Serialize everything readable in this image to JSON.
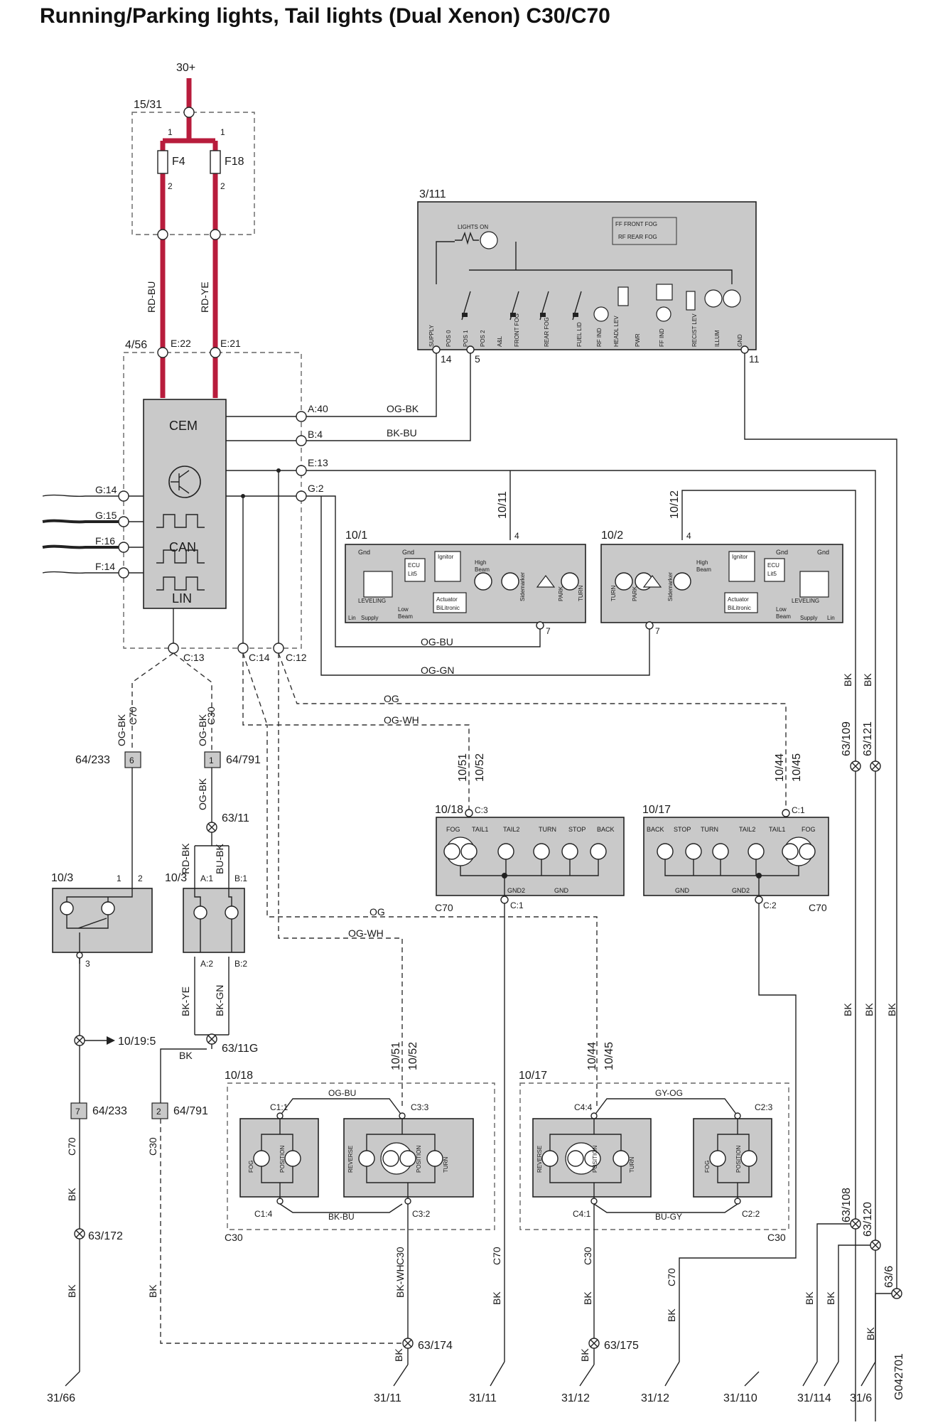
{
  "title": "Running/Parking lights, Tail lights (Dual Xenon) C30/C70",
  "diagram_id": "G042701",
  "colors": {
    "supply_wire": "#b81c3c",
    "component_fill": "#c9c9c9",
    "wire": "#222222"
  },
  "supply": {
    "label": "30+",
    "fuse_box": "15/31",
    "fuses": [
      "F4",
      "F18"
    ],
    "pin_in": "1",
    "pin_out": "2"
  },
  "cem": {
    "id": "4/56",
    "label": "CEM",
    "can": "CAN",
    "lin": "LIN",
    "connectors": {
      "e22": "E:22",
      "e21": "E:21",
      "a40": "A:40",
      "b4": "B:4",
      "e13": "E:13",
      "g2": "G:2",
      "g14": "G:14",
      "g15": "G:15",
      "f16": "F:16",
      "f14": "F:14",
      "c13": "C:13",
      "c14": "C:14",
      "c12": "C:12"
    }
  },
  "switch_module": {
    "id": "3/111",
    "lights_on": "LIGHTS ON",
    "front_fog": "FF    FRONT FOG",
    "rear_fog": "RF    REAR FOG",
    "pins": [
      "SUPPLY",
      "POS 0",
      "POS 1",
      "POS 2",
      "A&L",
      "FRONT FOG",
      "REAR FOG",
      "FUEL LID",
      "RF IND",
      "HEADL LEV",
      "PWR",
      "FF IND",
      "RECIST LEV",
      "ILLUM",
      "GND"
    ],
    "pin_numbers": {
      "p14": "14",
      "p5": "5",
      "p11": "11"
    }
  },
  "wires": {
    "og_bk": "OG-BK",
    "bk_bu": "BK-BU",
    "og_bu": "OG-BU",
    "og_gn": "OG-GN",
    "og": "OG",
    "og_wh": "OG-WH",
    "rd_bu": "RD-BU",
    "rd_ye": "RD-YE",
    "rd_bk": "RD-BK",
    "bu_bk": "BU-BK",
    "bk_ye": "BK-YE",
    "bk_gn": "BK-GN",
    "bk": "BK",
    "gy_og": "GY-OG",
    "bu_gy": "BU-GY",
    "bk_wh": "BK-WH"
  },
  "headlamps": {
    "left": {
      "id": "10/1",
      "wire_id": "10/11",
      "pin_top": "4",
      "pin_bottom": "7"
    },
    "right": {
      "id": "10/2",
      "wire_id": "10/12",
      "pin_top": "4",
      "pin_bottom": "7"
    },
    "labels": {
      "gnd": "Gnd",
      "ecu": "ECU",
      "lit5": "Lit5",
      "ignitor": "Ignitor",
      "high": "High",
      "beam": "Beam",
      "actuator": "Actuator",
      "bilitronic": "BiLitronic",
      "leveling": "LEVELING",
      "lin": "Lin",
      "supply": "Supply",
      "low": "Low",
      "sidemarker": "Sidemarker",
      "park": "PARK",
      "turn": "TURN"
    }
  },
  "rear_lamps_c70": {
    "left": {
      "id": "10/18",
      "wire_top": [
        "10/51",
        "10/52"
      ],
      "c_top": "C:3",
      "c_bottom": "C:1",
      "lamps": [
        "FOG",
        "TAIL1",
        "TAIL2",
        "TURN",
        "STOP",
        "BACK"
      ],
      "gnd2": "GND2",
      "gnd": "GND"
    },
    "right": {
      "id": "10/17",
      "wire_top": [
        "10/44",
        "10/45"
      ],
      "c_top": "C:1",
      "c_bottom": "C:2",
      "lamps": [
        "BACK",
        "STOP",
        "TURN",
        "TAIL2",
        "TAIL1",
        "FOG"
      ],
      "gnd": "GND",
      "gnd2": "GND2"
    },
    "model": "C70"
  },
  "rear_lamps_c30": {
    "left": {
      "id": "10/18",
      "wire_top": [
        "10/51",
        "10/52"
      ],
      "c11": "C1:1",
      "c14": "C1:4",
      "c33": "C3:3",
      "c32": "C3:2",
      "inner_lamps": [
        "FOG",
        "POSITION"
      ],
      "outer_lamps": [
        "REVERSE",
        "POSITION",
        "TURN"
      ]
    },
    "right": {
      "id": "10/17",
      "wire_top": [
        "10/44",
        "10/45"
      ],
      "c44": "C4:4",
      "c41": "C4:1",
      "c23": "C2:3",
      "c22": "C2:2",
      "outer_lamps": [
        "REVERSE",
        "POSITION",
        "TURN"
      ],
      "inner_lamps": [
        "FOG",
        "POSITION"
      ]
    },
    "model": "C30"
  },
  "plate_lamps": {
    "left": {
      "id": "10/3",
      "pin1": "1",
      "pin2": "2",
      "pin3": "3"
    },
    "right": {
      "id": "10/3",
      "a1": "A:1",
      "b1": "B:1",
      "a2": "A:2",
      "b2": "B:2"
    }
  },
  "connectors": {
    "c64_233": "64/233",
    "c64_791": "64/791",
    "pin6": "6",
    "pin1": "1",
    "pin7": "7",
    "pin2": "2"
  },
  "models": {
    "c70": "C70",
    "c30": "C30"
  },
  "splices": {
    "s63_11": "63/11",
    "s63_11g": "63/11G",
    "s10_19_5": "10/19:5",
    "s63_172": "63/172",
    "s63_174": "63/174",
    "s63_175": "63/175",
    "s63_109": "63/109",
    "s63_121": "63/121",
    "s63_108": "63/108",
    "s63_120": "63/120",
    "s63_6": "63/6"
  },
  "grounds": [
    "31/66",
    "31/11",
    "31/11",
    "31/12",
    "31/12",
    "31/110",
    "31/114",
    "31/6"
  ]
}
